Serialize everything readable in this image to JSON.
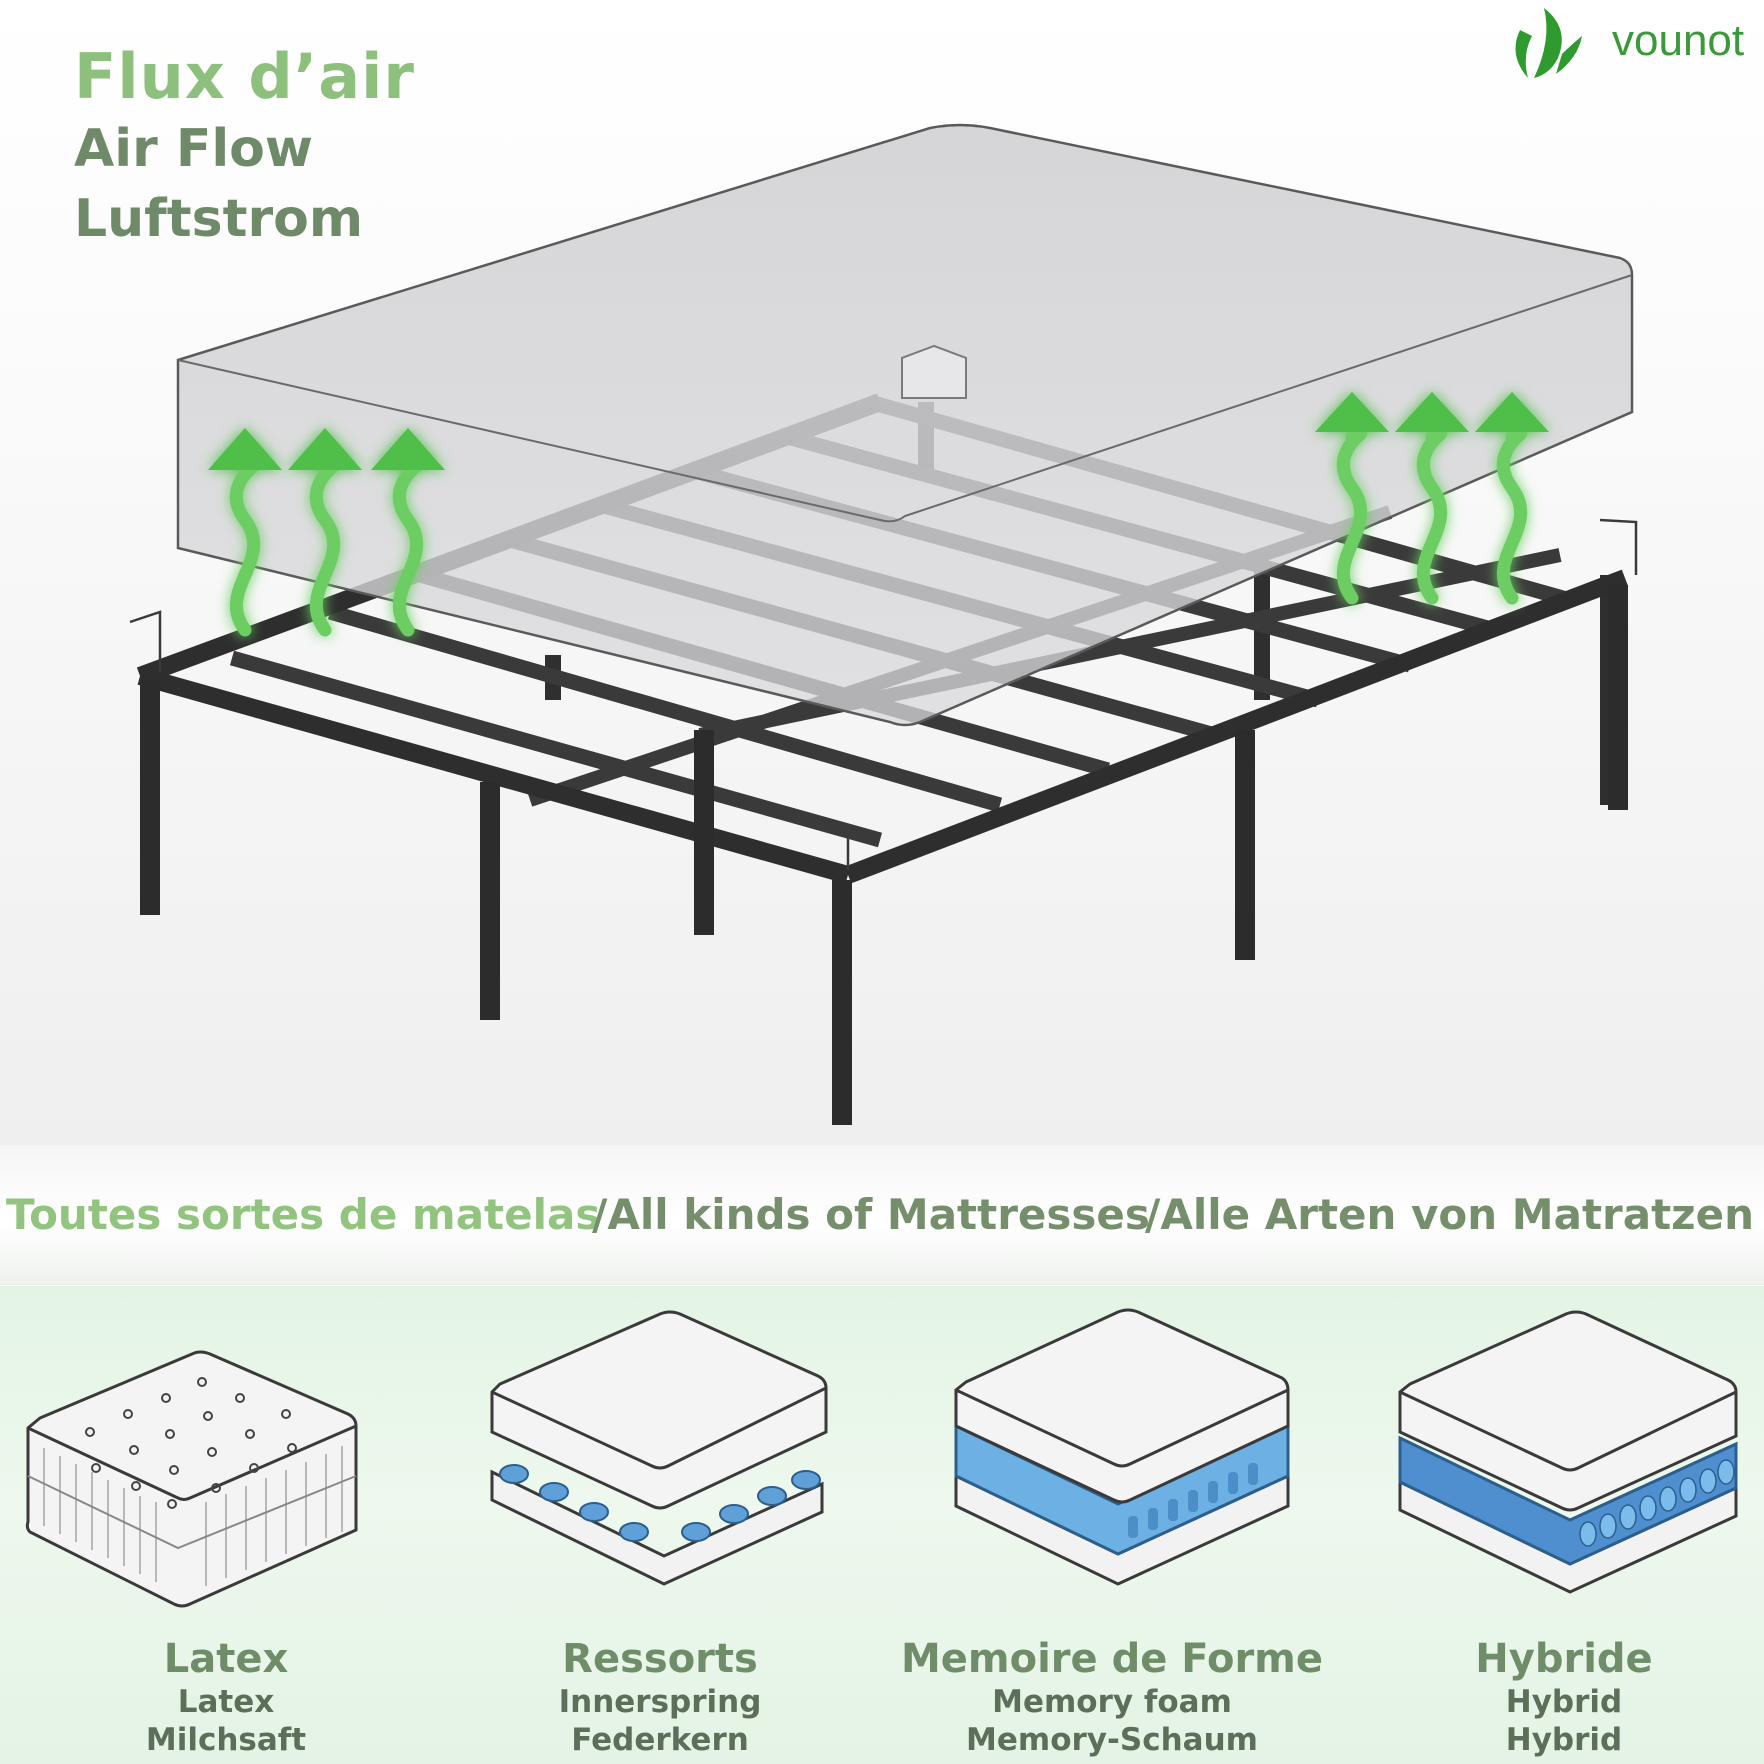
{
  "brand": {
    "name": "vounot",
    "color": "#3a9a3a"
  },
  "headline": {
    "line1": "Flux d’air",
    "line2": "Air Flow",
    "line3": "Luftstrom"
  },
  "mattress_section": {
    "heading_fr": "Toutes sortes de matelas",
    "heading_en": "/All kinds of Mattresses",
    "heading_de": "/Alle Arten von Matratzen"
  },
  "mattress_types": [
    {
      "name": "Latex",
      "en": "Latex",
      "de": "Milchsaft"
    },
    {
      "name": "Ressorts",
      "en": "Innerspring",
      "de": "Federkern"
    },
    {
      "name": "Memoire de Forme",
      "en": "Memory foam",
      "de": "Memory-Schaum"
    },
    {
      "name": "Hybride",
      "en": "Hybrid",
      "de": "Hybrid"
    }
  ],
  "colors": {
    "accent_green": "#5fc35a",
    "frame": "#333333",
    "title_green": "#8cc07c",
    "text_green": "#6f8d68"
  }
}
